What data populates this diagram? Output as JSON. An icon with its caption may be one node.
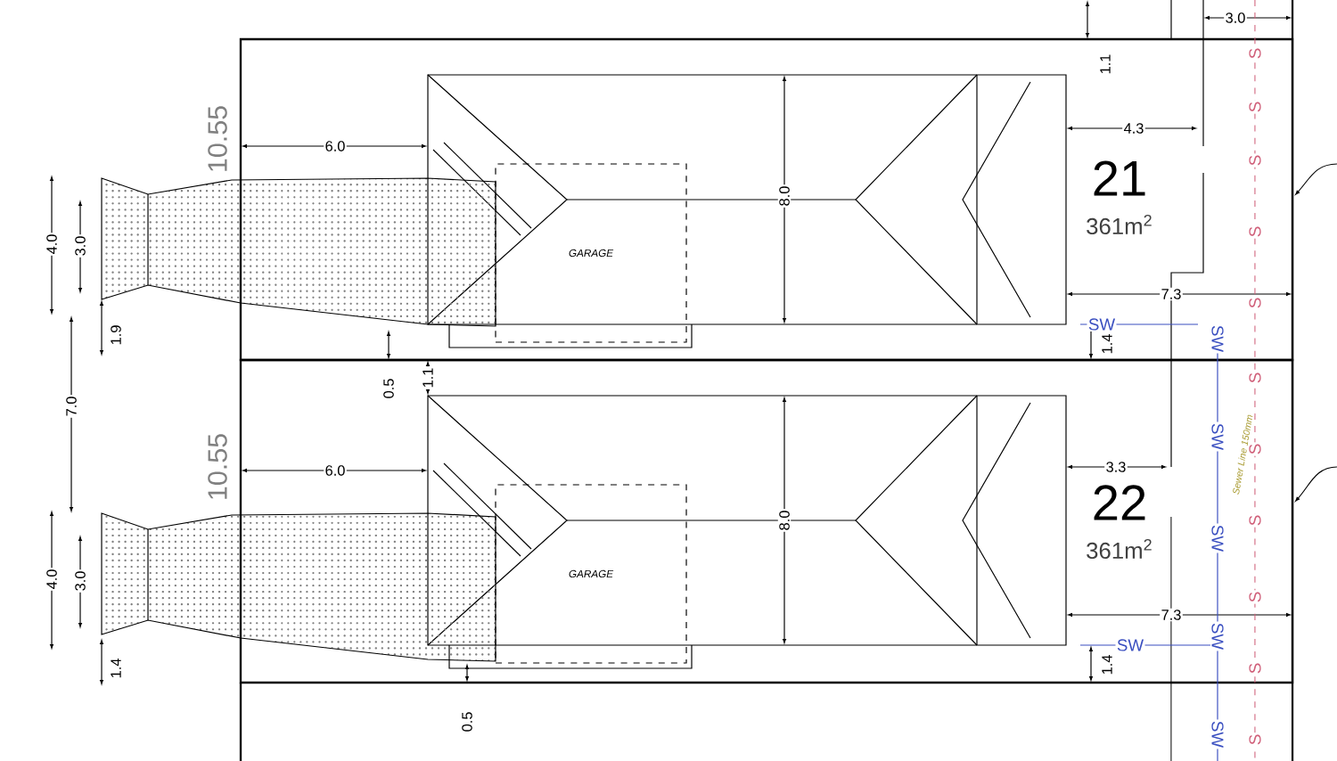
{
  "diagram": {
    "nodes": [
      {
        "text": [
          "21",
          "361m$^{2}$"
        ]
      },
      {
        "text": [
          "GARAGE"
        ],
        "in": 0
      },
      {
        "text": [
          "22",
          "361m$^{2}$"
        ]
      },
      {
        "text": [
          "GARAGE"
        ],
        "in": 2
      }
    ],
    "labels": [
      "3.0",
      "1.1",
      "10.55",
      "6.0",
      "4.3",
      "4.0",
      "3.0",
      "8.0",
      "7.3",
      "1.9",
      "SW",
      "1.4",
      "0.5",
      "1.1",
      "7.0",
      "10.55",
      "6.0",
      "3.3",
      "4.0",
      "3.0",
      "8.0",
      "7.3",
      "SW",
      "1.4",
      "1.4",
      "0.5",
      "Sewer Line 150mm",
      "S",
      "S",
      "S",
      "S",
      "S",
      "S",
      "S",
      "S",
      "S",
      "S",
      "S",
      "SW",
      "SW",
      "SW",
      "SW",
      "SW"
    ]
  }
}
